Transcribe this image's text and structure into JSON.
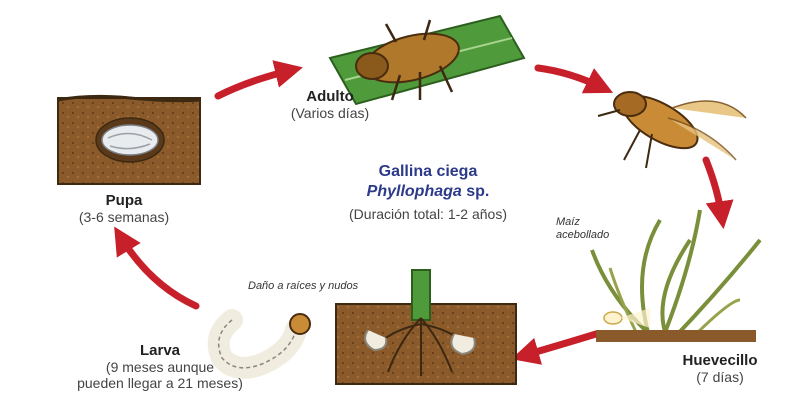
{
  "diagram": {
    "center": {
      "common_name": "Gallina ciega",
      "genus": "Phyllophaga",
      "species_suffix": " sp.",
      "total_duration": "(Duración total: 1-2 años)"
    },
    "stages": {
      "adult": {
        "name": "Adulto",
        "duration": "(Varios días)"
      },
      "egg": {
        "name": "Huevecillo",
        "duration": "(7 días)"
      },
      "larva": {
        "name": "Larva",
        "duration_line1": "(9 meses aunque",
        "duration_line2": "pueden llegar a 21 meses)"
      },
      "pupa": {
        "name": "Pupa",
        "duration": "(3-6 semanas)"
      }
    },
    "annotations": {
      "damage": "Daño a raíces y nudos",
      "corn_line1": "Maíz",
      "corn_line2": "acebollado"
    },
    "colors": {
      "arrow": "#c8202a",
      "title": "#2c3a8a",
      "soil": "#8a5a2b",
      "leaf": "#4f9a3a",
      "beetle": "#b0782a",
      "grub": "#f1ece0"
    }
  }
}
